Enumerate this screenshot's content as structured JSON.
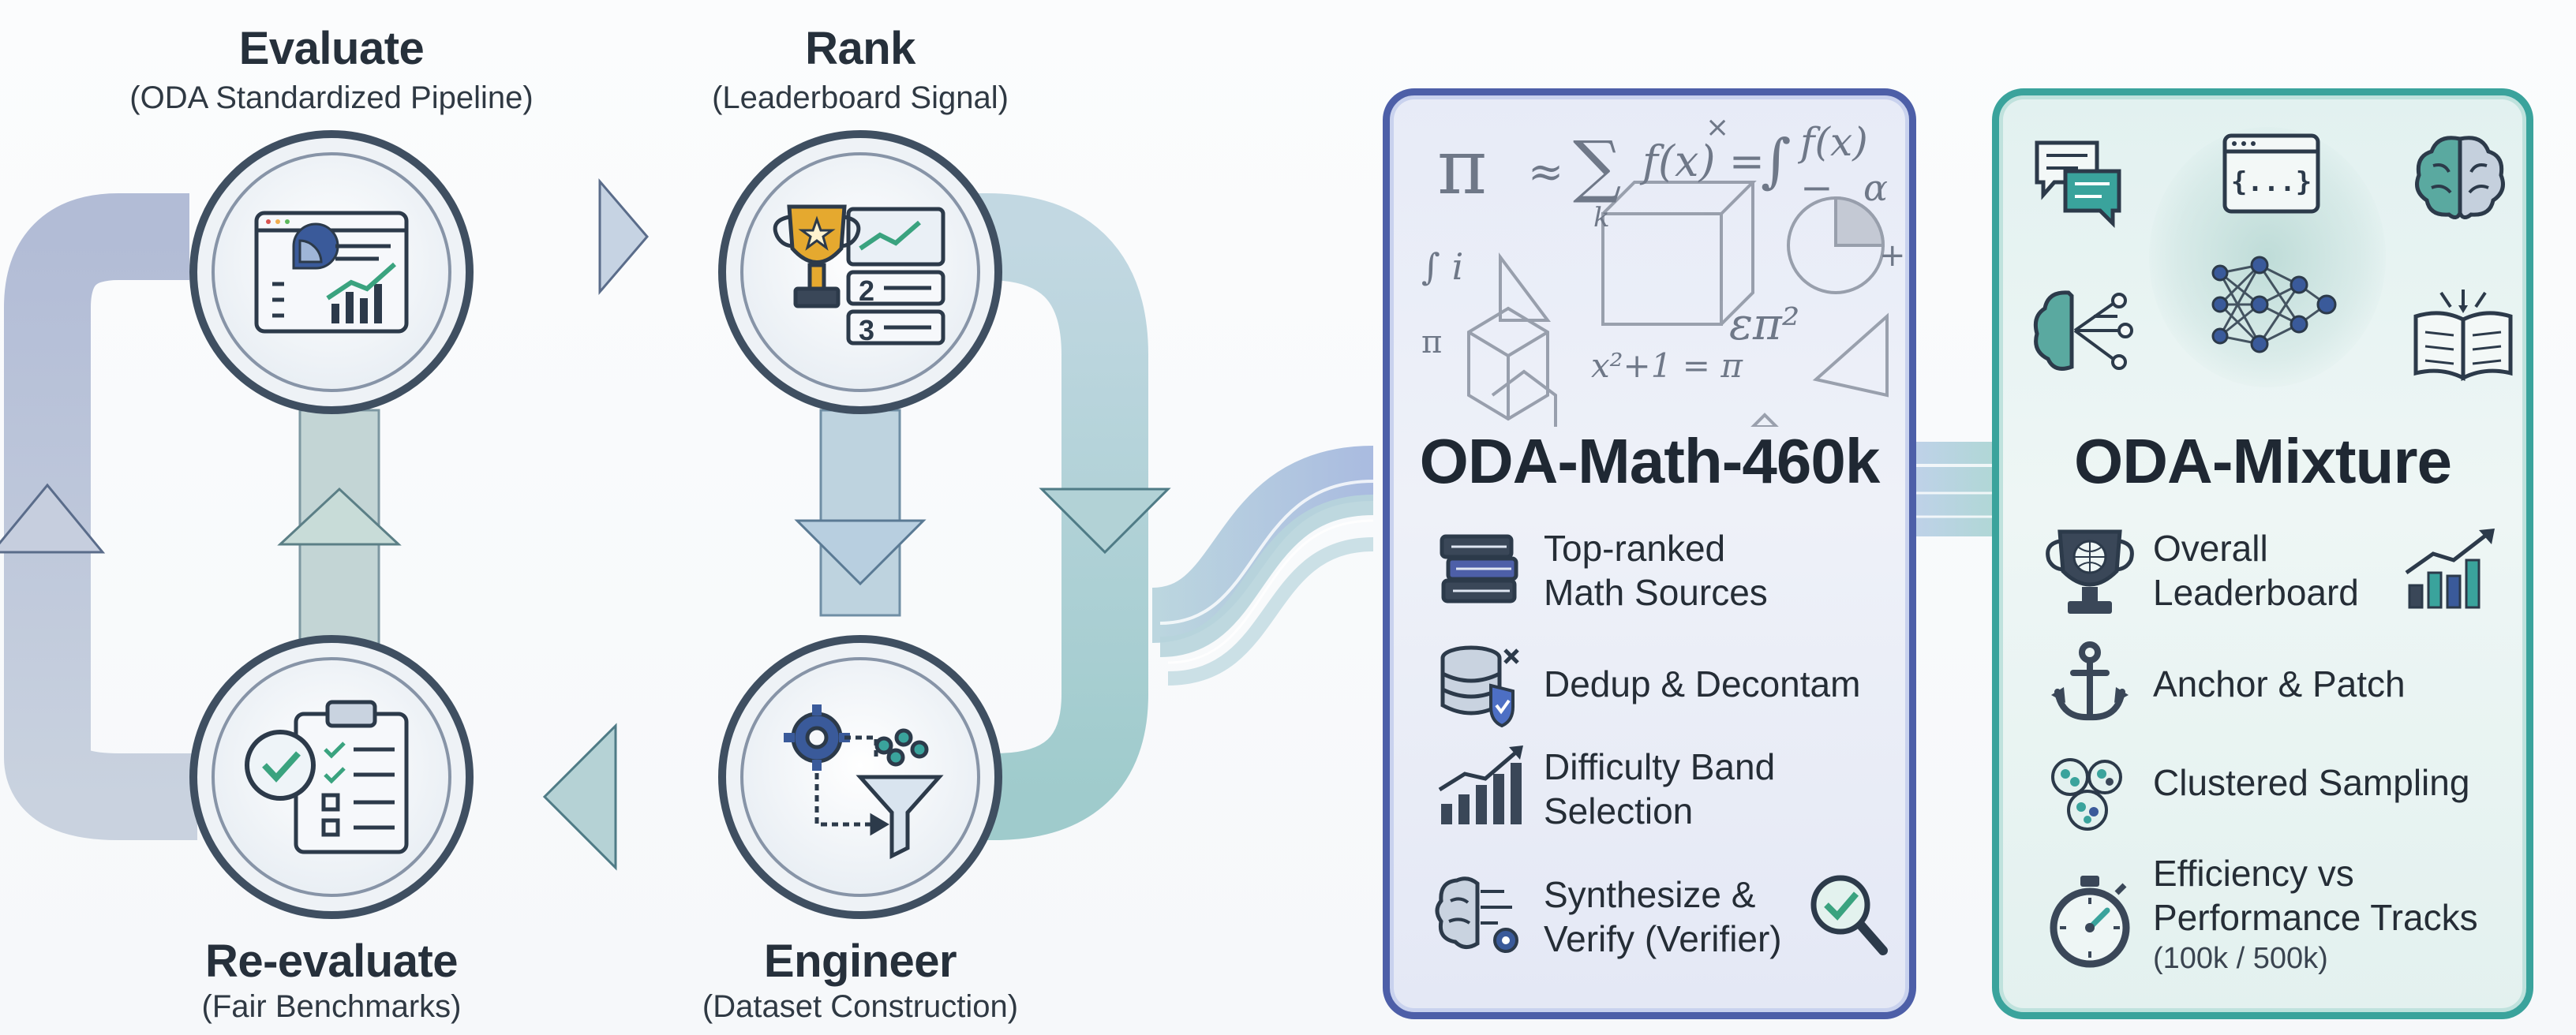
{
  "cycle": {
    "evaluate": {
      "title": "Evaluate",
      "subtitle": "(ODA Standardized Pipeline)"
    },
    "rank": {
      "title": "Rank",
      "subtitle": "(Leaderboard Signal)"
    },
    "engineer": {
      "title": "Engineer",
      "subtitle": "(Dataset Construction)"
    },
    "reevaluate": {
      "title": "Re-evaluate",
      "subtitle": "(Fair Benchmarks)"
    },
    "rank_numbers": [
      "2",
      "3"
    ]
  },
  "math_panel": {
    "title": "ODA-Math-460k",
    "formula_glyphs": [
      "π",
      "≈",
      "∑",
      "k",
      "f(x) =",
      "∫",
      "f(x) −",
      "α",
      "∫ i",
      "π",
      "x²+1 = π",
      "επ²",
      "×",
      "+"
    ],
    "features": [
      {
        "line1": "Top-ranked",
        "line2": "Math Sources",
        "icon": "books-stack-icon"
      },
      {
        "line1": "Dedup & Decontam",
        "line2": "",
        "icon": "database-shield-icon"
      },
      {
        "line1": "Difficulty Band",
        "line2": "Selection",
        "icon": "bar-chart-up-icon"
      },
      {
        "line1": "Synthesize &",
        "line2": "Verify (Verifier)",
        "icon": "brain-gear-icon"
      }
    ]
  },
  "mixture_panel": {
    "title": "ODA-Mixture",
    "top_icons": [
      "chat-bubbles-icon",
      "code-braces-icon",
      "brain-circuit-icon",
      "brain-network-icon",
      "neural-network-icon",
      "open-book-icon"
    ],
    "code_glyph": "{...}",
    "features": [
      {
        "line1": "Overall",
        "line2": "Leaderboard",
        "note": "",
        "icon": "trophy-globe-icon"
      },
      {
        "line1": "Anchor & Patch",
        "line2": "",
        "note": "",
        "icon": "anchor-icon"
      },
      {
        "line1": "Clustered Sampling",
        "line2": "",
        "note": "",
        "icon": "clusters-icon"
      },
      {
        "line1": "Efficiency vs",
        "line2": "Performance Tracks",
        "note": "(100k / 500k)",
        "icon": "stopwatch-icon"
      }
    ]
  },
  "colors": {
    "loop_blue": "#aeb8d4",
    "loop_teal": "#a9cfd1",
    "math_border": "#4d5fa8",
    "mixture_border": "#3aa39c",
    "node_ring": "#3f4f61",
    "check_green": "#3aa37f"
  }
}
